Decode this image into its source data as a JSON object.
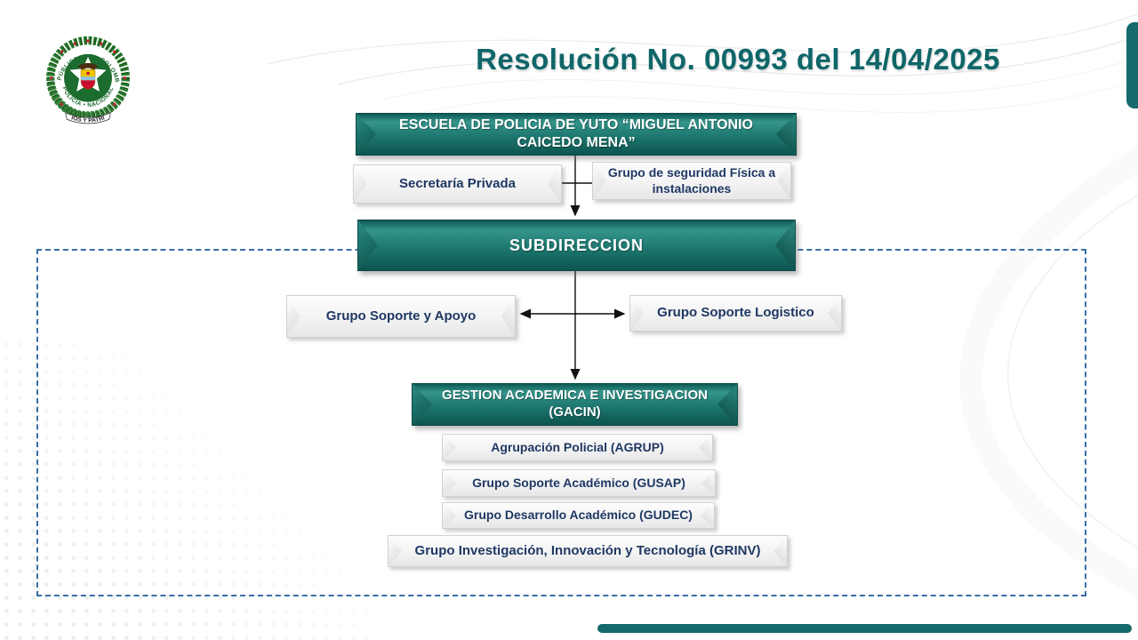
{
  "slide": {
    "title": "Resolución No. 00993 del 14/04/2025"
  },
  "org_chart": {
    "escuela": {
      "line1": "ESCUELA DE POLICIA DE YUTO “MIGUEL ANTONIO",
      "line2": "CAICEDO MENA”"
    },
    "secretaria": {
      "label": "Secretaría Privada"
    },
    "seguridad": {
      "line1": "Grupo de seguridad Física a",
      "line2": "instalaciones"
    },
    "subdireccion": {
      "label": "SUBDIRECCION"
    },
    "soporte_apoyo": {
      "label": "Grupo Soporte y Apoyo"
    },
    "soporte_logistico": {
      "label": "Grupo Soporte Logistico"
    },
    "gacin": {
      "line1": "GESTION ACADEMICA E INVESTIGACION",
      "line2": "(GACIN)"
    },
    "agrup": {
      "label": "Agrupación Policial (AGRUP)"
    },
    "gusap": {
      "label": "Grupo Soporte Académico (GUSAP)"
    },
    "gudec": {
      "label": "Grupo Desarrollo Académico (GUDEC)"
    },
    "grinv": {
      "label": "Grupo Investigación, Innovación y Tecnología (GRINV)"
    }
  },
  "logo": {
    "ring_top": "REPÚBLICA • DE • COLOMBIA",
    "ring_bottom": "POLICÍA • NACIONAL",
    "banner": "DIOS Y PATRIA"
  },
  "colors": {
    "teal_accent": "#156a6b",
    "title_teal": "#0f6668",
    "navy_text": "#1f3864",
    "dashed_blue": "#3a6ea8",
    "flag_yellow": "#f6c500",
    "flag_blue": "#27348b",
    "flag_red": "#c8102e"
  }
}
